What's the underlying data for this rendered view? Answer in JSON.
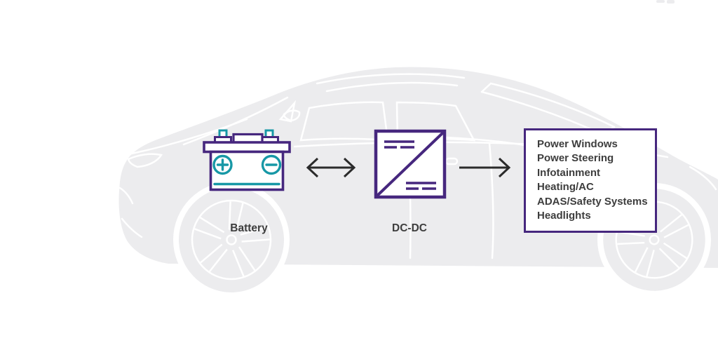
{
  "diagram": {
    "battery": {
      "label": "Battery",
      "icon": "battery-icon"
    },
    "converter": {
      "label": "DC-DC",
      "icon": "dc-dc-converter-icon"
    },
    "flow": {
      "battery_to_converter": "bidirectional-arrow-icon",
      "converter_to_loads": "right-arrow-icon"
    },
    "loads": {
      "items": [
        "Power Windows",
        "Power Steering",
        "Infotainment",
        "Heating/AC",
        "ADAS/Safety Systems",
        "Headlights"
      ]
    },
    "background": "car-silhouette"
  },
  "colors": {
    "accent_purple": "#46277e",
    "accent_teal": "#1798a6",
    "text": "#3d3d3d",
    "arrow": "#2b2b2b",
    "car_silhouette": "#ececee",
    "background": "#ffffff"
  }
}
